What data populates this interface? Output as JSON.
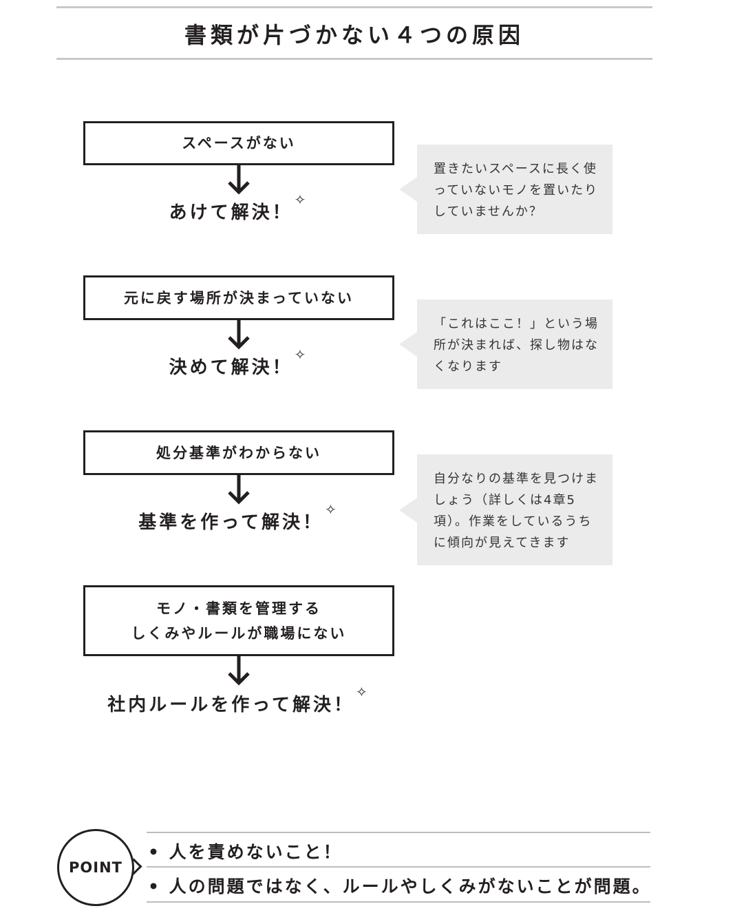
{
  "title": "書類が片づかない４つの原因",
  "steps": [
    {
      "cause": "スペースがない",
      "solution": "あけて解決！",
      "note": "置きたいスペースに長く使っていないモノを置いたりしていませんか？"
    },
    {
      "cause": "元に戻す場所が決まっていない",
      "solution": "決めて解決！",
      "note": "「これはここ！」という場所が決まれば、探し物はなくなります"
    },
    {
      "cause": "処分基準がわからない",
      "solution": "基準を作って解決！",
      "note": "自分なりの基準を見つけましょう（詳しくは4章5項）。作業をしているうちに傾向が見えてきます"
    },
    {
      "cause": "モノ・書類を管理するしくみやルールが職場にない",
      "cause_line1": "モノ・書類を管理する",
      "cause_line2": "しくみやルールが職場にない",
      "solution": "社内ルールを作って解決！"
    }
  ],
  "sparkle": "✧",
  "point": {
    "label": "POINT",
    "items": [
      "• 人を責めないこと！",
      "• 人の問題ではなく、ルールやしくみがないことが問題。"
    ]
  }
}
